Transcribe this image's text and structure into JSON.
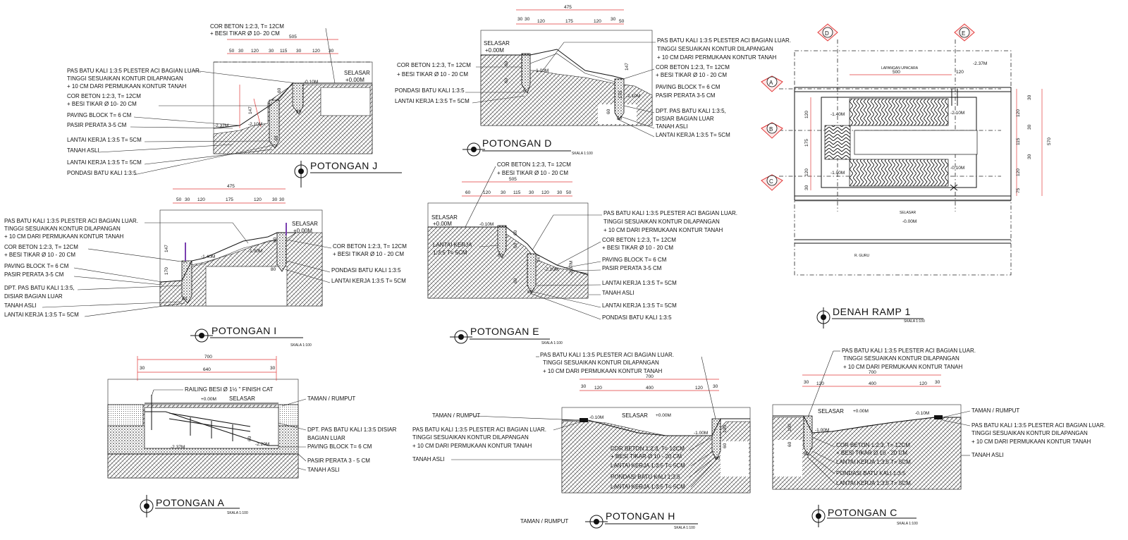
{
  "colors": {
    "line": "#111111",
    "dimension": "#e23a3a",
    "background": "#ffffff"
  },
  "views": {
    "potongan_j": {
      "title": "POTONGAN J",
      "dims": [
        "505",
        "50",
        "30",
        "120",
        "30",
        "115",
        "30",
        "120",
        "30"
      ],
      "levels": {
        "top": "-0.10M",
        "selasar": "SELASAR",
        "selasar_lvl": "+0.00M",
        "low": "-2.10M",
        "low2": "-2.37M"
      },
      "sub": [
        "60",
        "147",
        "60",
        "80",
        "60"
      ],
      "notes": [
        "COR BETON 1:2:3, T= 12CM",
        "+ BESI TIKAR Ø 10- 20 CM",
        "PAS BATU KALI 1:3:5 PLESTER ACI BAGIAN LUAR.",
        "TINGGI SESUAIKAN KONTUR DILAPANGAN",
        "+ 10 CM DARI PERMUKAAN KONTUR TANAH",
        "COR BETON 1:2:3, T= 12CM",
        "+ BESI TIKAR Ø 10- 20 CM",
        "PAVING BLOCK T= 6 CM",
        "PASIR PERATA 3-5 CM",
        "LANTAI KERJA 1:3:5 T= 5CM",
        "TANAH ASLI",
        "LANTAI KERJA 1:3:5 T= 5CM",
        "PONDASI BATU KALI 1:3:5"
      ]
    },
    "potongan_d": {
      "title": "POTONGAN D",
      "scale": "SKALA 1:100",
      "dims": [
        "475",
        "30",
        "30",
        "120",
        "175",
        "120",
        "30",
        "50"
      ],
      "levels": {
        "selasar": "SELASAR",
        "selasar_lvl": "+0.00M",
        "mid": "-1.00M",
        "low": "-2.10M"
      },
      "sub": [
        "60",
        "80",
        "60",
        "147",
        "170",
        "60",
        "80"
      ],
      "notes_left": [
        "COR BETON 1:2:3, T= 12CM",
        "+ BESI TIKAR Ø 10 - 20 CM",
        "PONDASI BATU KALI 1:3:5",
        "LANTAI KERJA 1:3:5 T= 5CM"
      ],
      "notes_right": [
        "PAS BATU KALI 1:3:5 PLESTER ACI BAGIAN LUAR.",
        "TINGGI SESUAIKAN KONTUR DILAPANGAN",
        "+ 10 CM DARI PERMUKAAN KONTUR TANAH",
        "COR BETON 1:2:3, T= 12CM",
        "+ BESI TIKAR Ø 10 - 20 CM",
        "PAVING BLOCK T= 6 CM",
        "PASIR PERATA 3-5 CM",
        "DPT. PAS BATU KALI 1:3:5,",
        "DISIAR BAGIAN LUAR",
        "TANAH ASLI",
        "LANTAI KERJA 1:3:5 T= 5CM"
      ]
    },
    "denah_ramp": {
      "title": "DENAH RAMP 1",
      "scale": "SKALA 1:100",
      "grid": [
        "D",
        "E",
        "A",
        "B",
        "C"
      ],
      "labels": {
        "lapangan": "LAPANGAN UPACARA",
        "lvl_top": "-2.37M",
        "selasar": "SELASAR",
        "selasar_lvl": "-0.00M",
        "guru": "R. GURU",
        "l1": "-1.40M",
        "l2": "-2.10M",
        "l3": "-1.00M",
        "l4": "-0.10M"
      },
      "dims_top": [
        "500",
        "120"
      ],
      "dims_left": [
        "120",
        "175",
        "120",
        "30"
      ],
      "dims_right": [
        "30",
        "120",
        "30",
        "115",
        "30",
        "120",
        "75",
        "570"
      ]
    },
    "potongan_i": {
      "title": "POTONGAN I",
      "scale": "SKALA 1:100",
      "dims": [
        "475",
        "50",
        "30",
        "120",
        "175",
        "120",
        "30",
        "30"
      ],
      "levels": {
        "selasar": "SELASAR",
        "selasar_lvl": "+0.00M",
        "mid": "-1.00M",
        "low": "-1.40M"
      },
      "sub": [
        "147",
        "170",
        "60",
        "80",
        "60"
      ],
      "notes_left": [
        "PAS BATU KALI 1:3:5 PLESTER ACI BAGIAN LUAR.",
        "TINGGI SESUAIKAN KONTUR DILAPANGAN",
        "+ 10 CM DARI PERMUKAAN KONTUR TANAH",
        "COR BETON 1:2:3, T= 12CM",
        "+ BESI TIKAR Ø 10 - 20 CM",
        "PAVING BLOCK T= 6 CM",
        "PASIR PERATA 3-5 CM",
        "DPT. PAS BATU KALI 1:3:5,",
        "DISIAR BAGIAN LUAR",
        "TANAH ASLI",
        "LANTAI KERJA 1:3:5 T= 5CM"
      ],
      "notes_right": [
        "COR BETON 1:2:3, T= 12CM",
        "+ BESI TIKAR Ø 10 - 20 CM",
        "PONDASI BATU KALI 1:3:5",
        "LANTAI KERJA 1:3:5 T= 5CM"
      ]
    },
    "potongan_e": {
      "title": "POTONGAN E",
      "scale": "SKALA 1:100",
      "dims": [
        "505",
        "60",
        "120",
        "30",
        "115",
        "30",
        "120",
        "30",
        "50"
      ],
      "levels": {
        "selasar": "SELASAR",
        "selasar_lvl": "+0.00M",
        "top": "-0.10M",
        "low": "-2.10M",
        "low2": "-2.37M"
      },
      "sub": [
        "60",
        "80",
        "60",
        "147",
        "60",
        "80"
      ],
      "notes_left": [
        "COR BETON 1:2:3, T= 12CM",
        "+ BESI TIKAR Ø 10 - 20 CM",
        "LANTAI KERJA",
        "1:3:5 T= 5CM"
      ],
      "notes_right": [
        "PAS BATU KALI 1:3:5 PLESTER ACI BAGIAN LUAR.",
        "TINGGI SESUAIKAN KONTUR DILAPANGAN",
        "+ 10 CM DARI PERMUKAAN KONTUR TANAH",
        "COR BETON 1:2:3, T= 12CM",
        "+ BESI TIKAR Ø 10 - 20 CM",
        "PAVING BLOCK T= 6 CM",
        "PASIR PERATA 3-5 CM",
        "LANTAI KERJA 1:3:5 T= 5CM",
        "TANAH ASLI",
        "LANTAI KERJA 1:3:5 T= 5CM",
        "PONDASI BATU KALI 1:3:5"
      ]
    },
    "potongan_a": {
      "title": "POTONGAN A",
      "scale": "SKALA 1:100",
      "dims": [
        "700",
        "30",
        "640",
        "30"
      ],
      "levels": {
        "selasar": "SELASAR",
        "selasar_lvl": "+0.00M",
        "low": "-2.37M",
        "low2": "-2.20M"
      },
      "sub": [
        "60"
      ],
      "notes": [
        "RAILING BESI Ø 1½ \" FINISH CAT",
        "TAMAN / RUMPUT",
        "DPT. PAS BATU KALI 1:3:5 DISIAR",
        "BAGIAN LUAR",
        "PAVING BLOCK T= 6 CM",
        "PASIR PERATA 3 - 5 CM",
        "TANAH ASLI"
      ]
    },
    "potongan_h": {
      "title": "POTONGAN H",
      "scale": "SKALA 1:100",
      "dims": [
        "700",
        "30",
        "120",
        "400",
        "120",
        "30"
      ],
      "levels": {
        "selasar": "SELASAR",
        "selasar_lvl": "+0.00M",
        "left": "-0.10M",
        "low": "-1.00M"
      },
      "sub": [
        "100",
        "60",
        "80"
      ],
      "notes_left": [
        "TAMAN / RUMPUT",
        "PAS BATU KALI 1:3:5 PLESTER ACI BAGIAN LUAR.",
        "TINGGI SESUAIKAN KONTUR DILAPANGAN",
        "+ 10 CM DARI PERMUKAAN KONTUR TANAH",
        "TANAH ASLI"
      ],
      "notes_top": [
        "PAS BATU KALI 1:3:5 PLESTER ACI BAGIAN LUAR.",
        "TINGGI SESUAIKAN KONTUR DILAPANGAN",
        "+ 10 CM DARI PERMUKAAN KONTUR TANAH"
      ],
      "notes_inner": [
        "COR BETON 1:2:3, T= 12CM",
        "+ BESI TIKAR Ø 10 - 20 CM",
        "LANTAI KERJA 1:3:5 T= 5CM",
        "PONDASI BATU KALI 1:3:5",
        "LANTAI KERJA 1:3:5 T= 5CM"
      ],
      "bottom_note": "TAMAN / RUMPUT"
    },
    "potongan_c": {
      "title": "POTONGAN C",
      "scale": "SKALA 1:100",
      "dims": [
        "700",
        "30",
        "120",
        "400",
        "120",
        "30"
      ],
      "levels": {
        "selasar": "SELASAR",
        "selasar_lvl": "+0.00M",
        "right": "-0.10M",
        "low": "-1.00M"
      },
      "sub": [
        "100",
        "60",
        "80"
      ],
      "notes_top": [
        "PAS BATU KALI 1:3:5 PLESTER ACI BAGIAN LUAR.",
        "TINGGI SESUAIKAN KONTUR DILAPANGAN",
        "+ 10 CM DARI PERMUKAAN KONTUR TANAH"
      ],
      "notes_right": [
        "TAMAN / RUMPUT",
        "PAS BATU KALI 1:3:5 PLESTER ACI BAGIAN LUAR.",
        "TINGGI SESUAIKAN KONTUR DILAPANGAN",
        "+ 10 CM DARI PERMUKAAN KONTUR TANAH",
        "TANAH ASLI"
      ],
      "notes_inner": [
        "COR BETON 1:2:3, T= 12CM",
        "+ BESI TIKAR Ø 10 - 20 CM",
        "LANTAI KERJA 1:3:5 T= 5CM",
        "PONDASI BATU KALI 1:3:5",
        "LANTAI KERJA 1:3:5 T= 5CM"
      ]
    }
  }
}
